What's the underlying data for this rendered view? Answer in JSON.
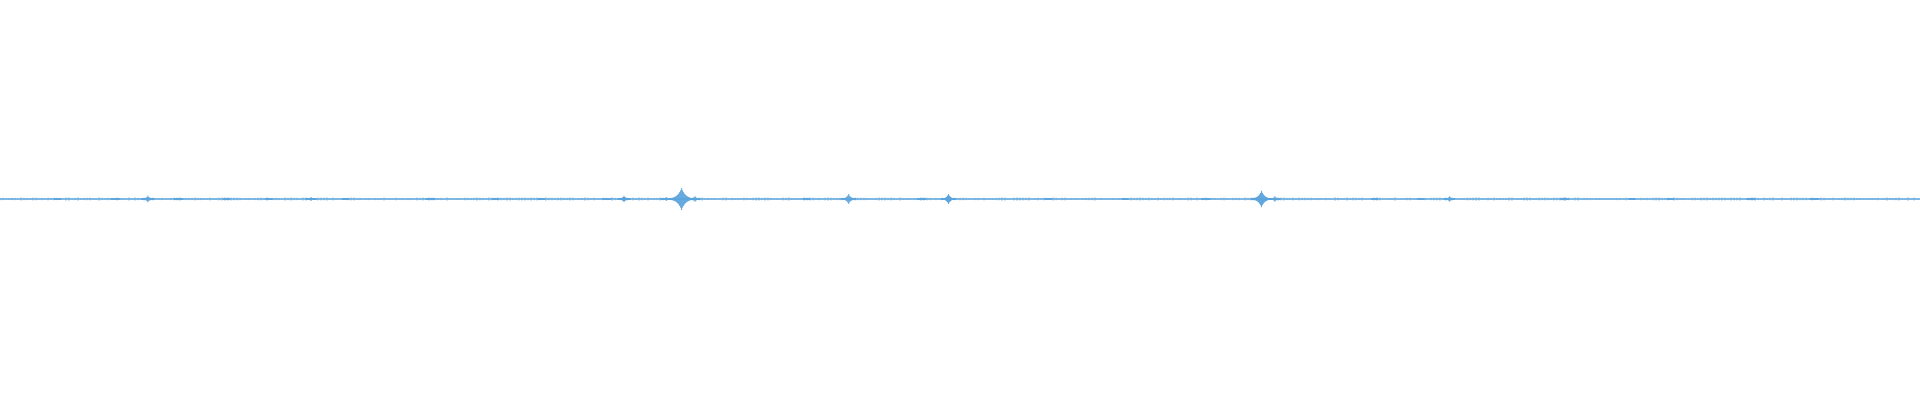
{
  "waveform": {
    "color": "#5aa3dc",
    "background": "#ffffff",
    "peaks": [
      {
        "t": 0.03,
        "amp": 0.05
      },
      {
        "t": 0.06,
        "amp": 0.08
      },
      {
        "t": 0.077,
        "amp": 0.3
      },
      {
        "t": 0.093,
        "amp": 0.1
      },
      {
        "t": 0.118,
        "amp": 0.05
      },
      {
        "t": 0.14,
        "amp": 0.05
      },
      {
        "t": 0.162,
        "amp": 0.18
      },
      {
        "t": 0.18,
        "amp": 0.05
      },
      {
        "t": 0.224,
        "amp": 0.06
      },
      {
        "t": 0.258,
        "amp": 0.05
      },
      {
        "t": 0.282,
        "amp": 0.05
      },
      {
        "t": 0.316,
        "amp": 0.1
      },
      {
        "t": 0.325,
        "amp": 0.3
      },
      {
        "t": 0.347,
        "amp": 0.18
      },
      {
        "t": 0.355,
        "amp": 1.0
      },
      {
        "t": 0.362,
        "amp": 0.25
      },
      {
        "t": 0.42,
        "amp": 0.05
      },
      {
        "t": 0.442,
        "amp": 0.45
      },
      {
        "t": 0.48,
        "amp": 0.06
      },
      {
        "t": 0.494,
        "amp": 0.45
      },
      {
        "t": 0.546,
        "amp": 0.05
      },
      {
        "t": 0.586,
        "amp": 0.05
      },
      {
        "t": 0.628,
        "amp": 0.08
      },
      {
        "t": 0.657,
        "amp": 0.75
      },
      {
        "t": 0.664,
        "amp": 0.25
      },
      {
        "t": 0.716,
        "amp": 0.05
      },
      {
        "t": 0.74,
        "amp": 0.05
      },
      {
        "t": 0.755,
        "amp": 0.25
      },
      {
        "t": 0.815,
        "amp": 0.15
      },
      {
        "t": 0.85,
        "amp": 0.05
      },
      {
        "t": 0.87,
        "amp": 0.05
      },
      {
        "t": 0.912,
        "amp": 0.06
      },
      {
        "t": 0.945,
        "amp": 0.1
      }
    ]
  }
}
